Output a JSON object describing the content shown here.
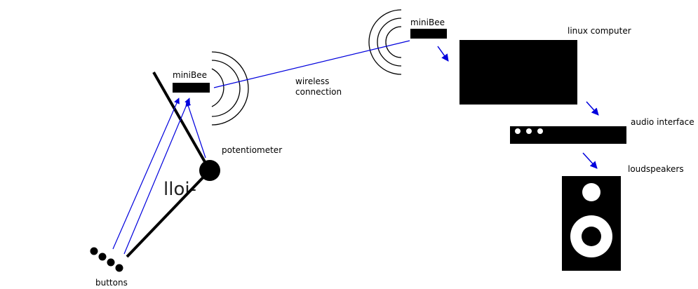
{
  "labels": {
    "minibee_left": "miniBee",
    "minibee_right": "miniBee",
    "wireless_line1": "wireless",
    "wireless_line2": "connection",
    "linux_computer": "linux computer",
    "audio_interface": "audio interface",
    "loudspeakers": "loudspeakers",
    "potentiometer": "potentiometer",
    "buttons": "buttons",
    "side_text": "lloi-"
  },
  "colors": {
    "arrow": "#0000dd",
    "ink": "#000000",
    "background": "#ffffff"
  }
}
